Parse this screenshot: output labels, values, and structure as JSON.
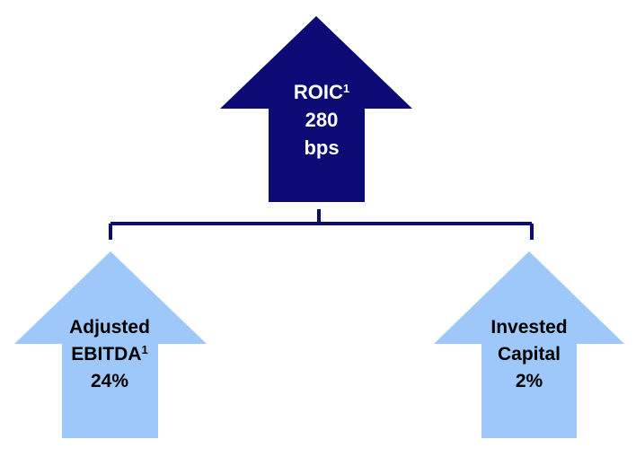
{
  "colors": {
    "top_arrow": "#0c0a74",
    "bottom_arrows": "#9dc8f9",
    "connector": "#0c0a74",
    "top_text": "#ffffff",
    "bottom_text": "#000000"
  },
  "top_arrow": {
    "name": "ROIC",
    "footnote": "1",
    "value": "280",
    "unit": "bps",
    "direction": "up"
  },
  "left_arrow": {
    "line1": "Adjusted",
    "line2": "EBITDA",
    "footnote": "1",
    "value": "24%",
    "direction": "up"
  },
  "right_arrow": {
    "line1": "Invested",
    "line2": "Capital",
    "value": "2%",
    "direction": "up"
  }
}
